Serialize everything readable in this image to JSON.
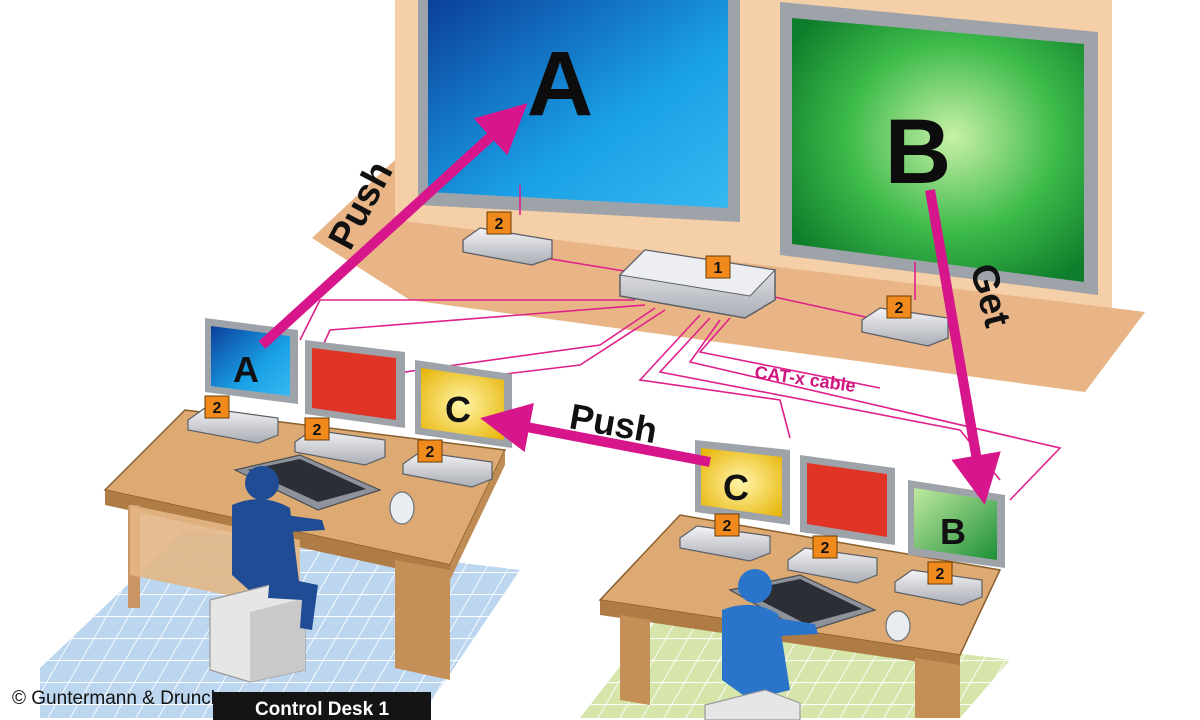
{
  "labels": {
    "wall_monitor_a": "A",
    "wall_monitor_b": "B",
    "push_top": "Push",
    "get": "Get",
    "push_middle": "Push",
    "cable": "CAT-x cable",
    "desk1_monitor_a": "A",
    "desk1_monitor_c": "C",
    "desk2_monitor_c": "C",
    "desk2_monitor_b": "B",
    "matrix_switch": "1",
    "extender_wall_left": "2",
    "extender_wall_right": "2",
    "extender_desk1_1": "2",
    "extender_desk1_2": "2",
    "extender_desk1_3": "2",
    "extender_desk2_1": "2",
    "extender_desk2_2": "2",
    "extender_desk2_3": "2"
  },
  "copyright": "© Guntermann & Drunck",
  "desk_label": "Control Desk 1",
  "colors": {
    "wall": "#f2c9a0",
    "screen_a": "#1a9be0",
    "screen_b": "#2fb64a",
    "screen_c": "#f5c800",
    "screen_red": "#e03426",
    "cable": "#e0208a",
    "arrow": "#d8168c",
    "badge": "#f08a1c",
    "desk": "#d9a66e",
    "floor1": "#b8d4ee",
    "floor2": "#d5e6a8",
    "person": "#1f4c94"
  }
}
